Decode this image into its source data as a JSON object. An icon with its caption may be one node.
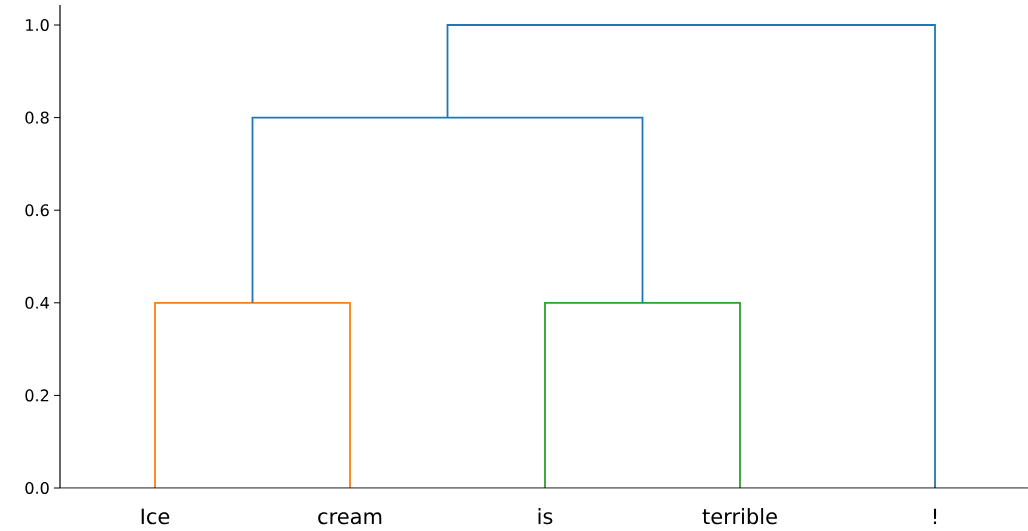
{
  "diagram": {
    "labels": [
      "1.0",
      "0.8",
      "0.6",
      "0.4",
      "0.2",
      "0.0",
      "Ice",
      "cream",
      "is",
      "terrible",
      "!"
    ]
  }
}
